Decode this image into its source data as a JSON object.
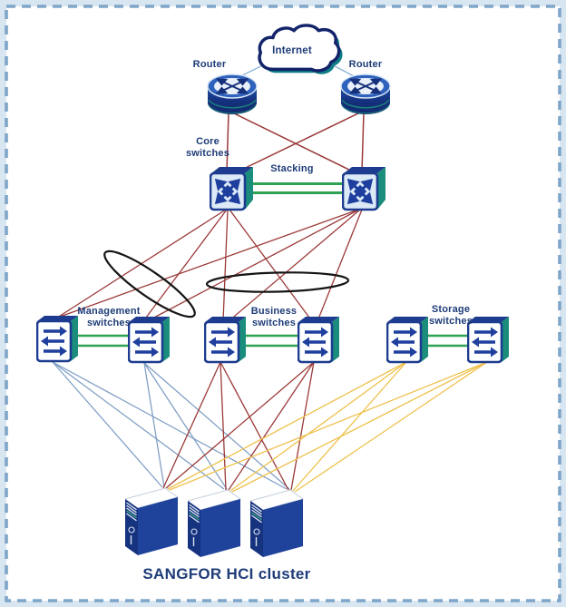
{
  "diagram": {
    "type": "network-topology",
    "title": "SANGFOR HCI cluster",
    "labels": {
      "internet": "Internet",
      "router_left": "Router",
      "router_right": "Router",
      "core_switches": "Core\nswitches",
      "stacking": "Stacking",
      "management_switches": "Management\nswitches",
      "business_switches": "Business\nswitches",
      "storage_switches": "Storage\nswitches",
      "cluster": "SANGFOR HCI cluster"
    },
    "colors": {
      "uplink_red": "#9a3a38",
      "management_link_blue": "#7e9dc4",
      "storage_link_yellow": "#eec14d",
      "stacking_green": "#2ea152",
      "internet_link_blue": "#8fb4d9",
      "ellipse_black": "#151515",
      "label_navy": "#1e3c78",
      "frame_border_blue": "#7fa6c8",
      "device_navy": "#1d3c8f",
      "device_teal": "#1a8d7c",
      "server_face_blue": "#1f429a"
    },
    "nodes": [
      {
        "id": "internet",
        "kind": "cloud"
      },
      {
        "id": "router-1",
        "kind": "router"
      },
      {
        "id": "router-2",
        "kind": "router"
      },
      {
        "id": "core-1",
        "kind": "core-switch"
      },
      {
        "id": "core-2",
        "kind": "core-switch"
      },
      {
        "id": "mgmt-1",
        "kind": "access-switch"
      },
      {
        "id": "mgmt-2",
        "kind": "access-switch"
      },
      {
        "id": "biz-1",
        "kind": "access-switch"
      },
      {
        "id": "biz-2",
        "kind": "access-switch"
      },
      {
        "id": "stor-1",
        "kind": "access-switch"
      },
      {
        "id": "stor-2",
        "kind": "access-switch"
      },
      {
        "id": "server-1",
        "kind": "server"
      },
      {
        "id": "server-2",
        "kind": "server"
      },
      {
        "id": "server-3",
        "kind": "server"
      }
    ],
    "links": [
      {
        "group": "internet-to-routers",
        "color": "#8fb4d9",
        "pairs": [
          [
            "internet",
            "router-1"
          ],
          [
            "internet",
            "router-2"
          ]
        ]
      },
      {
        "group": "routers-to-core",
        "color": "#9a3a38",
        "pairs": [
          [
            "router-1",
            "core-1"
          ],
          [
            "router-1",
            "core-2"
          ],
          [
            "router-2",
            "core-2"
          ],
          [
            "router-2",
            "core-1"
          ]
        ]
      },
      {
        "group": "core-stacking",
        "color": "#2ea152",
        "pairs": [
          [
            "core-1",
            "core-2"
          ],
          [
            "core-1",
            "core-2"
          ]
        ]
      },
      {
        "group": "core-to-access",
        "color": "#9a3a38",
        "pairs": [
          [
            "core-1",
            "mgmt-1"
          ],
          [
            "core-1",
            "mgmt-2"
          ],
          [
            "core-1",
            "biz-1"
          ],
          [
            "core-1",
            "biz-2"
          ],
          [
            "core-2",
            "mgmt-1"
          ],
          [
            "core-2",
            "mgmt-2"
          ],
          [
            "core-2",
            "biz-1"
          ],
          [
            "core-2",
            "biz-2"
          ]
        ]
      },
      {
        "group": "switch-pair-links",
        "color": "#2ea152",
        "pairs": [
          [
            "mgmt-1",
            "mgmt-2"
          ],
          [
            "biz-1",
            "biz-2"
          ],
          [
            "stor-1",
            "stor-2"
          ]
        ]
      },
      {
        "group": "management-to-servers",
        "color": "#7e9dc4",
        "pairs": [
          [
            "mgmt-1",
            "server-1"
          ],
          [
            "mgmt-1",
            "server-2"
          ],
          [
            "mgmt-1",
            "server-3"
          ],
          [
            "mgmt-2",
            "server-1"
          ],
          [
            "mgmt-2",
            "server-2"
          ],
          [
            "mgmt-2",
            "server-3"
          ]
        ]
      },
      {
        "group": "business-to-servers",
        "color": "#9a3a38",
        "pairs": [
          [
            "biz-1",
            "server-1"
          ],
          [
            "biz-1",
            "server-2"
          ],
          [
            "biz-1",
            "server-3"
          ],
          [
            "biz-2",
            "server-1"
          ],
          [
            "biz-2",
            "server-2"
          ],
          [
            "biz-2",
            "server-3"
          ]
        ]
      },
      {
        "group": "storage-to-servers",
        "color": "#eec14d",
        "pairs": [
          [
            "stor-1",
            "server-1"
          ],
          [
            "stor-1",
            "server-2"
          ],
          [
            "stor-1",
            "server-3"
          ],
          [
            "stor-2",
            "server-1"
          ],
          [
            "stor-2",
            "server-2"
          ],
          [
            "stor-2",
            "server-3"
          ]
        ]
      }
    ],
    "annotations": [
      {
        "id": "bundle-ellipse-1",
        "kind": "ellipse",
        "meaning": "link bundle grouping"
      },
      {
        "id": "bundle-ellipse-2",
        "kind": "ellipse",
        "meaning": "link bundle grouping"
      }
    ]
  }
}
